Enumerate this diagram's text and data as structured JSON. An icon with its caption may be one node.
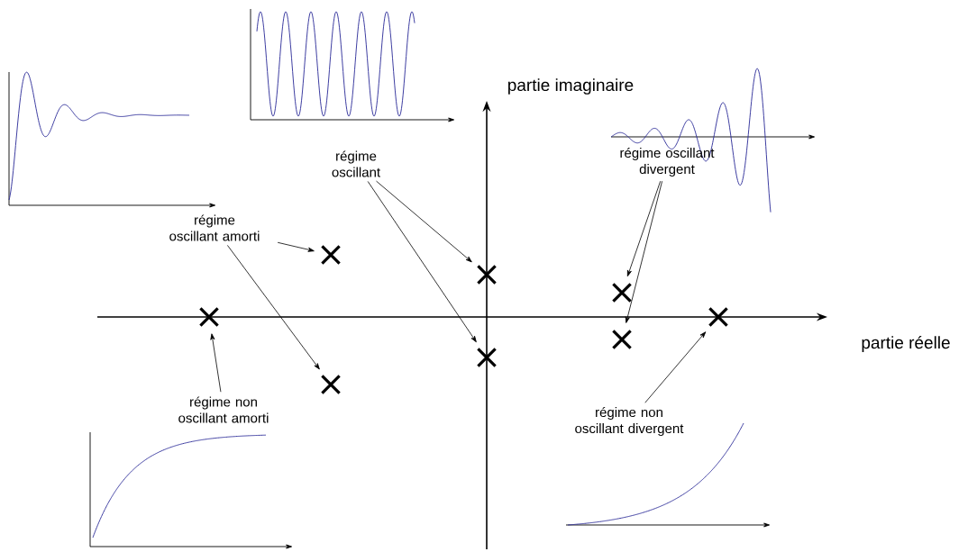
{
  "diagram": {
    "nodes": [
      {
        "text": [
          "régime oscillant"
        ]
      },
      {
        "text": [
          "régime oscillant divergent"
        ]
      },
      {
        "text": [
          "régime oscillant amorti"
        ]
      },
      {
        "text": [
          "régime non oscillant amorti"
        ]
      },
      {
        "text": [
          "régime non oscillant divergent"
        ]
      },
      {
        "text": [],
        "shape": "cross"
      },
      {
        "text": [],
        "shape": "cross"
      },
      {
        "text": [],
        "shape": "cross"
      },
      {
        "text": [],
        "shape": "cross"
      },
      {
        "text": [],
        "shape": "cross"
      },
      {
        "text": [],
        "shape": "cross"
      },
      {
        "text": [],
        "shape": "cross"
      },
      {
        "text": [],
        "shape": "cross"
      }
    ],
    "edges": [
      {
        "from": 2,
        "to": 6,
        "arrow": "to"
      },
      {
        "from": 2,
        "to": 7,
        "arrow": "to"
      },
      {
        "from": 0,
        "to": 8,
        "arrow": "to"
      },
      {
        "from": 0,
        "to": 9,
        "arrow": "to"
      },
      {
        "from": 1,
        "to": 10,
        "arrow": "to"
      },
      {
        "from": 1,
        "to": 11,
        "arrow": "to"
      },
      {
        "from": 3,
        "to": 5,
        "arrow": "to"
      },
      {
        "from": 4,
        "to": 12,
        "arrow": "to"
      }
    ],
    "labels": [
      "partie imaginaire",
      "partie réelle"
    ]
  }
}
